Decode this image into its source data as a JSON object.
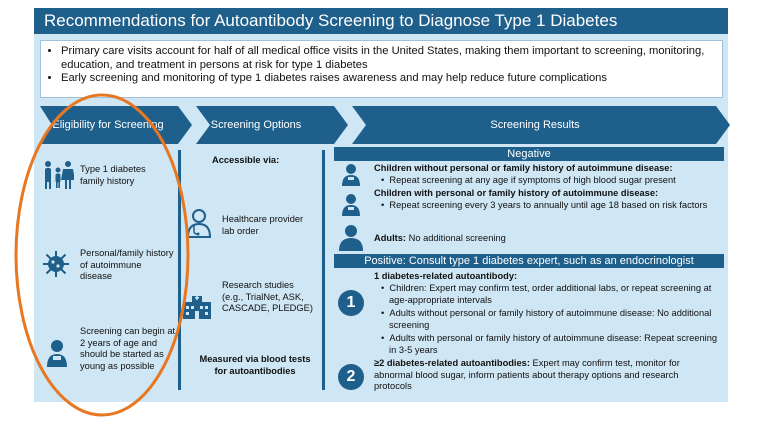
{
  "title": "Recommendations for Autoantibody Screening to Diagnose Type 1 Diabetes",
  "intro_bullets": [
    "Primary care visits account for half of all medical office visits in the United States, making them important to screening, monitoring, education, and treatment in persons at risk for type 1 diabetes",
    "Early screening and monitoring of type 1 diabetes raises awareness and may help reduce future complications"
  ],
  "headers": {
    "eligibility": "Eligibility for Screening",
    "options": "Screening Options",
    "results": "Screening Results"
  },
  "eligibility": [
    {
      "icon": "family-icon",
      "text": "Type 1 diabetes family history"
    },
    {
      "icon": "virus-icon",
      "text": "Personal/family history of autoimmune disease"
    },
    {
      "icon": "child-icon",
      "text": "Screening can begin at 2 years of age and should be started as young as possible"
    }
  ],
  "options": {
    "accessible": "Accessible via:",
    "lab": "Healthcare provider lab order",
    "research": "Research studies (e.g., TrialNet, ASK, CASCADE, PLEDGE)",
    "measured": "Measured via blood tests for autoantibodies"
  },
  "negative": {
    "header": "Negative",
    "child_no_history_title": "Children without personal or family history of autoimmune disease:",
    "child_no_history_bullet": "Repeat screening at any age if symptoms of high blood sugar present",
    "child_history_title": "Children with personal or family history of autoimmune disease:",
    "child_history_bullet": "Repeat screening every 3 years to annually until age 18 based on risk factors",
    "adults_label": "Adults:",
    "adults_text": "No additional screening"
  },
  "positive": {
    "header": "Positive: Consult type 1 diabetes expert, such as an endocrinologist",
    "one_number": "1",
    "one_title": "1 diabetes-related autoantibody:",
    "one_bullets": [
      "Children: Expert may confirm test, order additional labs, or repeat screening at age-appropriate intervals",
      "Adults without personal or family history of autoimmune disease: No additional screening",
      "Adults with personal or family history of autoimmune disease: Repeat screening in 3-5 years"
    ],
    "two_number": "2",
    "two_title": "≥2 diabetes-related autoantibodies:",
    "two_text": "Expert may confirm test, monitor for abnormal blood sugar, inform patients about therapy options and research protocols"
  },
  "colors": {
    "dark_blue": "#1f5f8b",
    "panel": "#cfe6f4",
    "annotation": "#e87722"
  }
}
